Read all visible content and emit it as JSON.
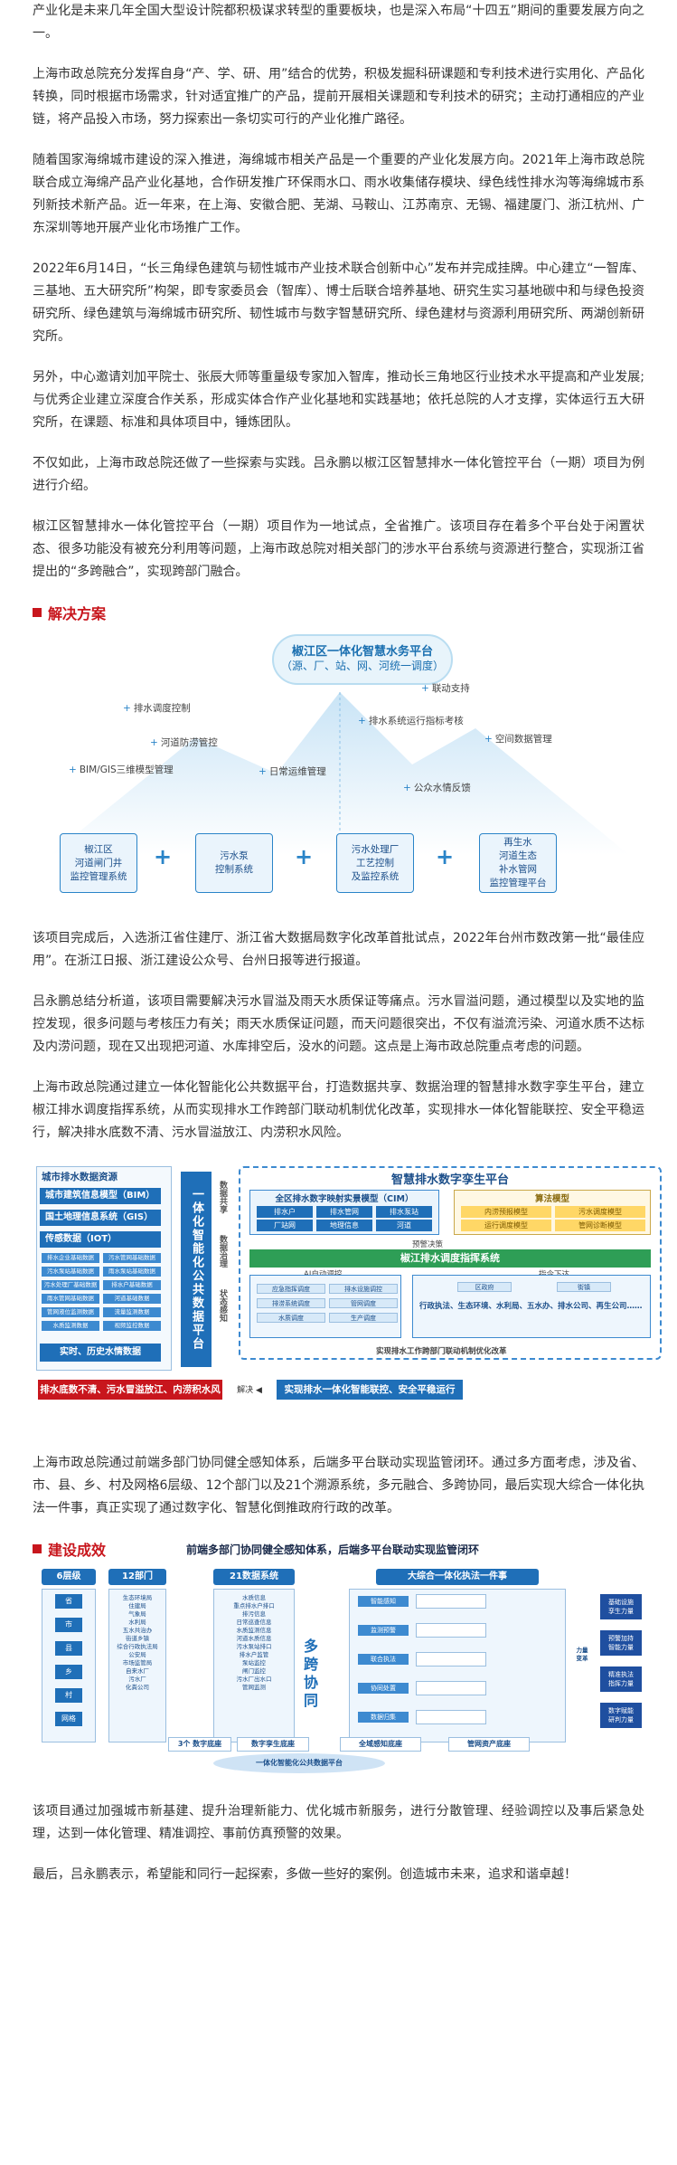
{
  "paragraphs": {
    "p1": "产业化是未来几年全国大型设计院都积极谋求转型的重要板块，也是深入布局“十四五”期间的重要发展方向之一。",
    "p2": "上海市政总院充分发挥自身“产、学、研、用”结合的优势，积极发掘科研课题和专利技术进行实用化、产品化转换，同时根据市场需求，针对适宜推广的产品，提前开展相关课题和专利技术的研究；主动打通相应的产业链，将产品投入市场，努力探索出一条切实可行的产业化推广路径。",
    "p3": "随着国家海绵城市建设的深入推进，海绵城市相关产品是一个重要的产业化发展方向。2021年上海市政总院联合成立海绵产品产业化基地，合作研发推广环保雨水口、雨水收集储存模块、绿色线性排水沟等海绵城市系列新技术新产品。近一年来，在上海、安徽合肥、芜湖、马鞍山、江苏南京、无锡、福建厦门、浙江杭州、广东深圳等地开展产业化市场推广工作。",
    "p4": "2022年6月14日，“长三角绿色建筑与韧性城市产业技术联合创新中心”发布并完成挂牌。中心建立“一智库、三基地、五大研究所”构架，即专家委员会（智库）、博士后联合培养基地、研究生实习基地碳中和与绿色投资研究所、绿色建筑与海绵城市研究所、韧性城市与数字智慧研究所、绿色建材与资源利用研究所、两湖创新研究所。",
    "p5": "另外，中心邀请刘加平院士、张辰大师等重量级专家加入智库，推动长三角地区行业技术水平提高和产业发展;与优秀企业建立深度合作关系，形成实体合作产业化基地和实践基地；依托总院的人才支撑，实体运行五大研究所，在课题、标准和具体项目中，锤炼团队。",
    "p6": "不仅如此，上海市政总院还做了一些探索与实践。吕永鹏以椒江区智慧排水一体化管控平台（一期）项目为例进行介绍。",
    "p7": "椒江区智慧排水一体化管控平台（一期）项目作为一地试点，全省推广。该项目存在着多个平台处于闲置状态、很多功能没有被充分利用等问题，上海市政总院对相关部门的涉水平台系统与资源进行整合，实现浙江省提出的“多跨融合”，实现跨部门融合。",
    "p8": "该项目完成后，入选浙江省住建厅、浙江省大数据局数字化改革首批试点，2022年台州市数改第一批“最佳应用”。在浙江日报、浙江建设公众号、台州日报等进行报道。",
    "p9": "吕永鹏总结分析道，该项目需要解决污水冒溢及雨天水质保证等痛点。污水冒溢问题，通过模型以及实地的监控发现，很多问题与考核压力有关；雨天水质保证问题，而天问题很突出，不仅有溢流污染、河道水质不达标及内涝问题，现在又出现把河道、水库排空后，没水的问题。这点是上海市政总院重点考虑的问题。",
    "p10": "上海市政总院通过建立一体化智能化公共数据平台，打造数据共享、数据治理的智慧排水数字孪生平台，建立椒江排水调度指挥系统，从而实现排水工作跨部门联动机制优化改革，实现排水一体化智能联控、安全平稳运行，解决排水底数不清、污水冒溢放江、内涝积水风险。",
    "p11": "上海市政总院通过前端多部门协同健全感知体系，后端多平台联动实现监管闭环。通过多方面考虑，涉及省、市、县、乡、村及网格6层级、12个部门以及21个溯源系统，多元融合、多跨协同，最后实现大综合一体化执法一件事，真正实现了通过数字化、智慧化倒推政府行政的改革。",
    "p12": "该项目通过加强城市新基建、提升治理新能力、优化城市新服务，进行分散管理、经验调控以及事后紧急处理，达到一体化管理、精准调控、事前仿真预警的效果。",
    "p13": "最后，吕永鹏表示，希望能和同行一起探索，多做一些好的案例。创造城市未来，追求和谐卓越！"
  },
  "solution": {
    "heading": "解决方案",
    "cloud_title": "椒江区一体化智慧水务平台",
    "cloud_sub": "（源、厂、站、网、河统一调度）",
    "labels": [
      "联动支持",
      "排水调度控制",
      "排水系统运行指标考核",
      "河道防涝管控",
      "空间数据管理",
      "BIM/GIS三维模型管理",
      "日常运维管理",
      "公众水情反馈"
    ],
    "nodes": [
      "椒江区\n河道闸门井\n监控管理系统",
      "污水泵\n控制系统",
      "污水处理厂\n工艺控制\n及监控系统",
      "再生水\n河道生态\n补水管网\n监控管理平台"
    ]
  },
  "twin": {
    "left_title": "城市排水数据资源",
    "left_bars": [
      "城市建筑信息模型（BIM）",
      "国土地理信息系统（GIS）",
      "传感数据（IOT）"
    ],
    "left_cells": [
      "排水企业基础数据",
      "污水管网基础数据",
      "污水泵站基础数据",
      "雨水泵站基础数据",
      "污水处理厂基础数据",
      "排水户基础数据",
      "雨水管网基础数据",
      "河道基础数据",
      "管网液位监测数据",
      "流量监测数据",
      "水质监测数据",
      "视频监控数据"
    ],
    "left_foot": "实时、历史水情数据",
    "vbar": "一体化智能化公共数据平台",
    "vtext": [
      "数据共享",
      "数据治理",
      "状态感知"
    ],
    "twin_title": "智慧排水数字孪生平台",
    "cim_title": "全区排水数字映射实景模型（CIM）",
    "cim_chips": [
      "排水户",
      "排水管网",
      "排水泵站",
      "厂站网",
      "地理信息",
      "河道"
    ],
    "model_title": "算法模型",
    "model_chips": [
      "内涝预报模型",
      "污水调度模型",
      "运行调度模型",
      "管网诊断模型"
    ],
    "predict": "预警决策",
    "green": "椒江排水调度指挥系统",
    "ai": "AI自动调控",
    "order": "指令下达",
    "sub_l_chips": [
      "应急指挥调度",
      "排水设施调控",
      "排涝系统调度",
      "管网调度",
      "水质调度",
      "生产调度"
    ],
    "sub_r_title": [
      "区政府",
      "街镇"
    ],
    "sub_r_text": "行政执法、生态环境、水利局、五水办、排水公司、再生公司……",
    "mech": "实现排水工作跨部门联动机制优化改革",
    "red": "排水底数不清、污水冒溢放江、内涝积水风险",
    "solve": "解决",
    "blue": "实现排水一体化智能联控、安全平稳运行"
  },
  "outcome": {
    "heading": "建设成效",
    "headline": "前端多部门协同健全感知体系，后端多平台联动实现监管闭环",
    "cols": [
      "6层级",
      "12部门",
      "21数据系统",
      "大综合一体化执法一件事"
    ],
    "levels": [
      "省",
      "市",
      "县",
      "乡",
      "村",
      "网格"
    ],
    "depts": "生态环境局\n住建局\n气象局\n水利局\n五水共治办\n街道乡镇\n综合行政执法局\n公安局\n市场监管局\n自来水厂\n污水厂\n化粪公司",
    "systems": "水质信息\n重点排水户排口\n排污信息\n日常巡查信息\n水质监测信息\n河道水质信息\n污水泵站排口\n排水户监管\n泵站监控\n闸门监控\n污水厂出水口\n管网监测",
    "multi": "多跨协同",
    "mid_chips": [
      "智能感知",
      "监测预警",
      "联合执法",
      "协同处置",
      "数据归集"
    ],
    "right_chips": [
      "基础设施\n孪生力量",
      "预警加持\n智能力量",
      "精准执法\n指挥力量",
      "数字赋能\n研判力量"
    ],
    "side": "力量\n变革",
    "foot": [
      "3个 数字底座",
      "数字孪生底座",
      "全域感知底座",
      "管网资产底座"
    ],
    "base": "一体化智能化公共数据平台"
  }
}
